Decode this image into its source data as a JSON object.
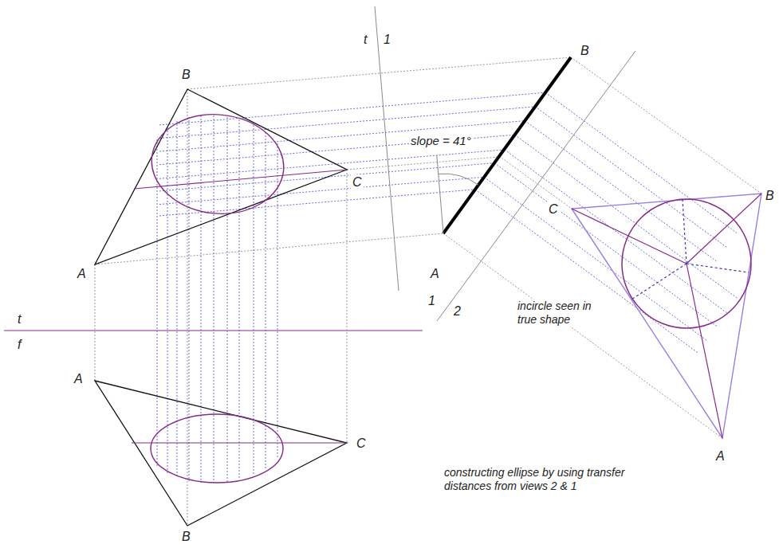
{
  "diagram": {
    "labels": [
      "t",
      "1",
      "B",
      "C",
      "A",
      "B",
      "slope = 41°",
      "A",
      "C",
      "B",
      "A",
      "1",
      "2",
      "incircle seen in true shape",
      "t",
      "f",
      "A",
      "C",
      "B",
      "constructing ellipse by using transfer distances from views 2 & 1"
    ]
  }
}
